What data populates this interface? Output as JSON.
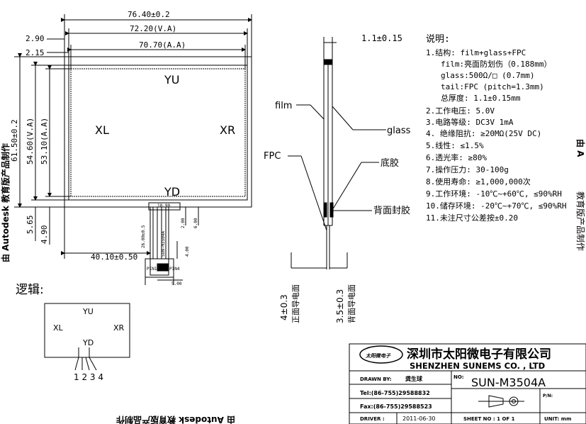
{
  "front": {
    "dim_width_outer": "76.40±0.2",
    "dim_width_va": "72.20(V.A)",
    "dim_width_aa": "70.70(A.A)",
    "dim_290": "2.90",
    "dim_215": "2.15",
    "dim_height_outer": "61.50±0.2",
    "dim_height_va": "54.60(V.A)",
    "dim_height_aa": "53.10(A.A)",
    "dim_565": "5.65",
    "dim_490": "4.90",
    "dim_tail_offset": "40.10±0.50",
    "label_yu": "YU",
    "label_yd": "YD",
    "label_xl": "XL",
    "label_xr": "XR",
    "tail_1090": "10.90",
    "tail_200": "2.00",
    "tail_600": "6.00",
    "tail_2600": "26.00±0.5",
    "tail_pn": "SUN-M3504A",
    "tail_400": "4.00",
    "pin1": "PIN1",
    "pin4": "PIN4",
    "tail_500": "5.00"
  },
  "side": {
    "thickness": "1.1±0.15",
    "film": "film",
    "glass": "glass",
    "fpc": "FPC",
    "bottom_glue": "底胶",
    "back_seal": "背面封胶",
    "dim_front": "4±0.3",
    "dim_front_label": "正面导电面",
    "dim_back": "3.5±0.3",
    "dim_back_label": "背面导电面"
  },
  "notes": {
    "title": "说明:",
    "lines": [
      "1.结构: film+glass+FPC",
      "film:亮面防划伤（0.188mm）",
      "glass:500Ω/□ (0.7mm)",
      "tail:FPC (pitch=1.3mm)",
      "总厚度: 1.1±0.15mm",
      "2.工作电压: 5.0V",
      "3.电路等级: DC3V 1mA",
      "4. 绝缘阻抗: ≥20MΩ(25V DC)",
      "5.线性: ≤1.5%",
      "6.透光率: ≥80%",
      "7.操作压力: 30-100g",
      "8.使用寿命: ≥1,000,000次",
      "9.工作环境: -10℃~+60℃, ≤90%RH",
      "10.储存环境: -20℃~+70℃, ≤90%RH",
      "11.未注尺寸公差按±0.20"
    ]
  },
  "logic": {
    "title": "逻辑:",
    "yu": "YU",
    "yd": "YD",
    "xl": "XL",
    "xr": "XR",
    "pins": "1 2 3 4"
  },
  "titleblock": {
    "logo": "太阳微电子",
    "company_cn": "深圳市太阳微电子有限公司",
    "company_en": "SHENZHEN SUNEMS CO. , LTD",
    "drawn_by_label": "DRAWN  BY:",
    "drawn_by": "龚生球",
    "no_label": "NO:",
    "part_no": "SUN-M3504A",
    "tel": "Tel:(86-755)29588832",
    "fax": "Fax:(86-755)29588523",
    "pn_label": "P/N:",
    "driver_label": "DRIVER :",
    "date": "2011-06-30",
    "sheet": "SHEET  NO  :  1  OF  1",
    "unit": "UNIT: mm"
  },
  "watermarks": {
    "left": "由 Autodesk 教育版产品制作",
    "bottom": "由 Autodesk 教育版产品制作",
    "right_top": "由 A",
    "right_bottom": "教育版产品制作"
  }
}
